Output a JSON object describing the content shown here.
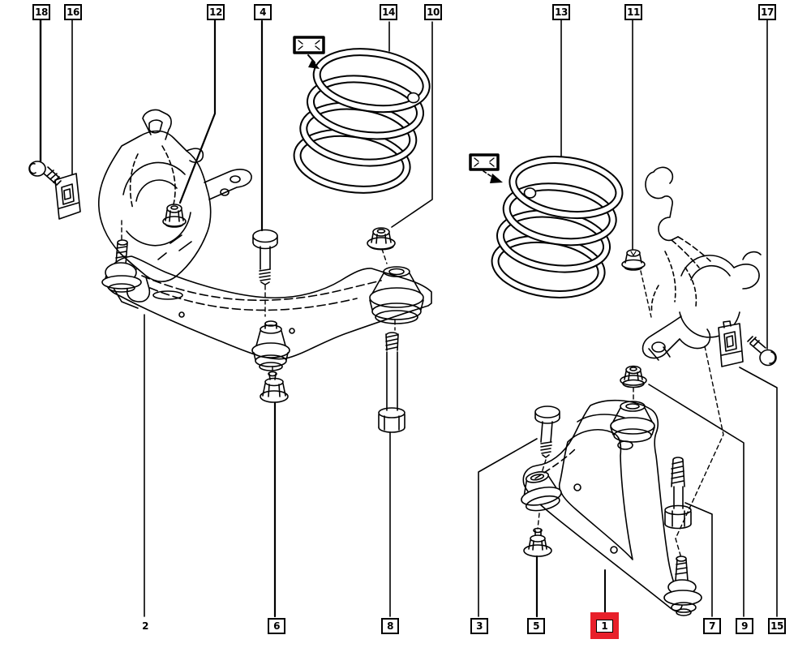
{
  "figure_type": "exploded-parts-diagram",
  "colors": {
    "background": "#ffffff",
    "line": "#000000",
    "highlight": "#e8202a"
  },
  "selected_callout": "1",
  "callouts": {
    "top": [
      {
        "label": "18"
      },
      {
        "label": "16"
      },
      {
        "label": "12"
      },
      {
        "label": "4"
      },
      {
        "label": "14"
      },
      {
        "label": "10"
      },
      {
        "label": "13"
      },
      {
        "label": "11"
      },
      {
        "label": "17"
      }
    ],
    "bottom": [
      {
        "label": "2",
        "boxed": false
      },
      {
        "label": "6"
      },
      {
        "label": "8"
      },
      {
        "label": "3"
      },
      {
        "label": "5"
      },
      {
        "label": "1",
        "highlighted": true
      },
      {
        "label": "7"
      },
      {
        "label": "9"
      },
      {
        "label": "15"
      }
    ]
  },
  "drawings": [
    {
      "name": "steering-knuckle-left"
    },
    {
      "name": "screw-left"
    },
    {
      "name": "protector-plate-left"
    },
    {
      "name": "flange-nut-12"
    },
    {
      "name": "coil-spring-left"
    },
    {
      "name": "spring-marking-tag-left"
    },
    {
      "name": "flange-bolt-4"
    },
    {
      "name": "flange-nut-10"
    },
    {
      "name": "lower-control-arm-left"
    },
    {
      "name": "ball-joint-left"
    },
    {
      "name": "flange-nut-6"
    },
    {
      "name": "flange-bolt-8"
    },
    {
      "name": "coil-spring-right"
    },
    {
      "name": "spring-marking-tag-right"
    },
    {
      "name": "flange-nut-11"
    },
    {
      "name": "steering-knuckle-right"
    },
    {
      "name": "protector-plate-right"
    },
    {
      "name": "screw-right"
    },
    {
      "name": "lower-control-arm-right"
    },
    {
      "name": "flange-bolt-3"
    },
    {
      "name": "flange-nut-5"
    },
    {
      "name": "flange-bolt-7"
    },
    {
      "name": "flange-nut-9"
    },
    {
      "name": "ball-joint-right"
    }
  ]
}
